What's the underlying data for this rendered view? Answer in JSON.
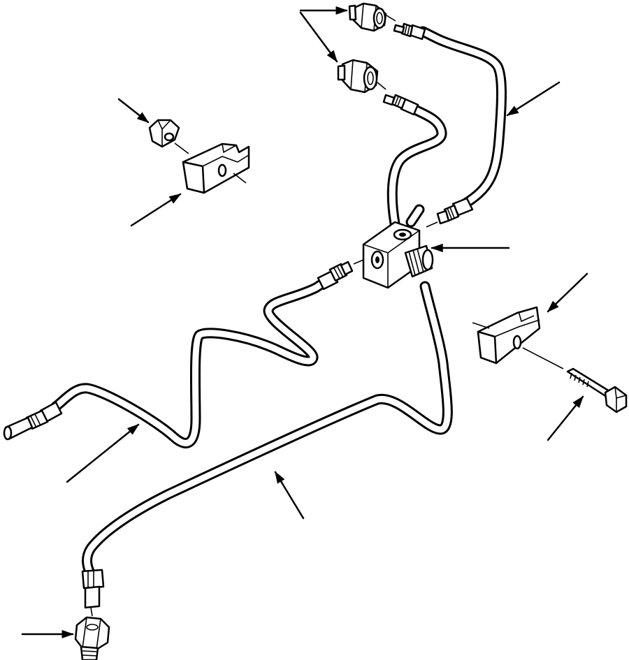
{
  "figure": {
    "title": "",
    "caption": ""
  },
  "parts": [
    {
      "id": "fitting-top-nut",
      "icon": "hex-fitting-icon"
    },
    {
      "id": "fitting-second-nut",
      "icon": "hex-fitting-icon"
    },
    {
      "id": "tube-upper-right",
      "icon": "brake-tube-icon"
    },
    {
      "id": "tube-upper-left",
      "icon": "brake-tube-icon"
    },
    {
      "id": "hex-nut",
      "icon": "hex-nut-icon"
    },
    {
      "id": "clip-left",
      "icon": "tube-clip-icon"
    },
    {
      "id": "tee-block",
      "icon": "tee-junction-icon"
    },
    {
      "id": "clip-right",
      "icon": "tube-clip-icon"
    },
    {
      "id": "bolt",
      "icon": "bolt-icon"
    },
    {
      "id": "tube-left-long",
      "icon": "brake-tube-icon"
    },
    {
      "id": "tube-lower",
      "icon": "brake-tube-icon"
    },
    {
      "id": "fitting-bottom-nut",
      "icon": "hex-fitting-icon"
    }
  ],
  "style": {
    "line_color": "#000000",
    "background": "#ffffff"
  }
}
